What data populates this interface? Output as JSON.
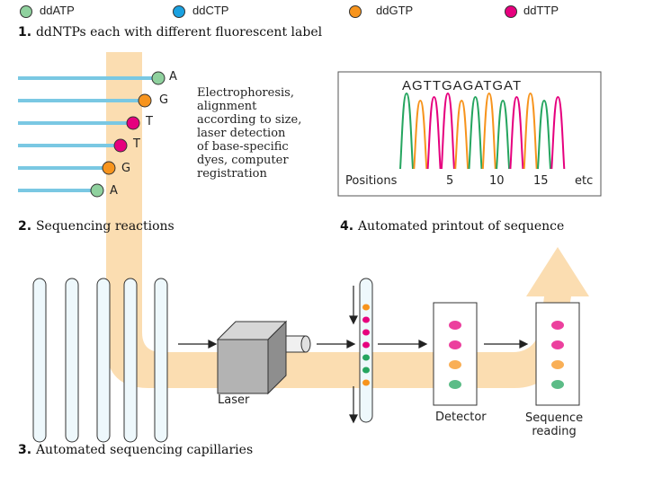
{
  "legend": [
    "ddATP",
    "ddCTP",
    "ddGTP",
    "ddTTP"
  ],
  "captions": {
    "c1_num": "1. ",
    "c1_text": "ddNTPs each with different fluorescent label",
    "c2_num": "2. ",
    "c2_text": "Sequencing reactions",
    "c3_num": "3. ",
    "c3_text": "Automated sequencing capillaries",
    "c4_num": "4. ",
    "c4_text": "Automated printout of sequence"
  },
  "strands": [
    "A",
    "G",
    "T",
    "T",
    "G",
    "A"
  ],
  "description": "Electrophoresis,\nalignment\naccording to size,\nlaser detection\nof base-specific\ndyes, computer\nregistration",
  "chromatogram": {
    "sequence": "AGTTGAGATGAT",
    "positions_label": "Positions",
    "ticks": [
      "5",
      "10",
      "15",
      "etc"
    ]
  },
  "labels": {
    "laser": "Laser",
    "detector": "Detector",
    "reading": "Sequence\nreading"
  },
  "colors": {
    "A": "#25a55f",
    "G": "#f7941d",
    "T": "#e6007e",
    "C": "#1aa1e0"
  },
  "capillary_bands": [
    "G",
    "T",
    "T",
    "T",
    "A",
    "A",
    "G"
  ],
  "panel_spots": [
    "T",
    "T",
    "G",
    "A"
  ]
}
